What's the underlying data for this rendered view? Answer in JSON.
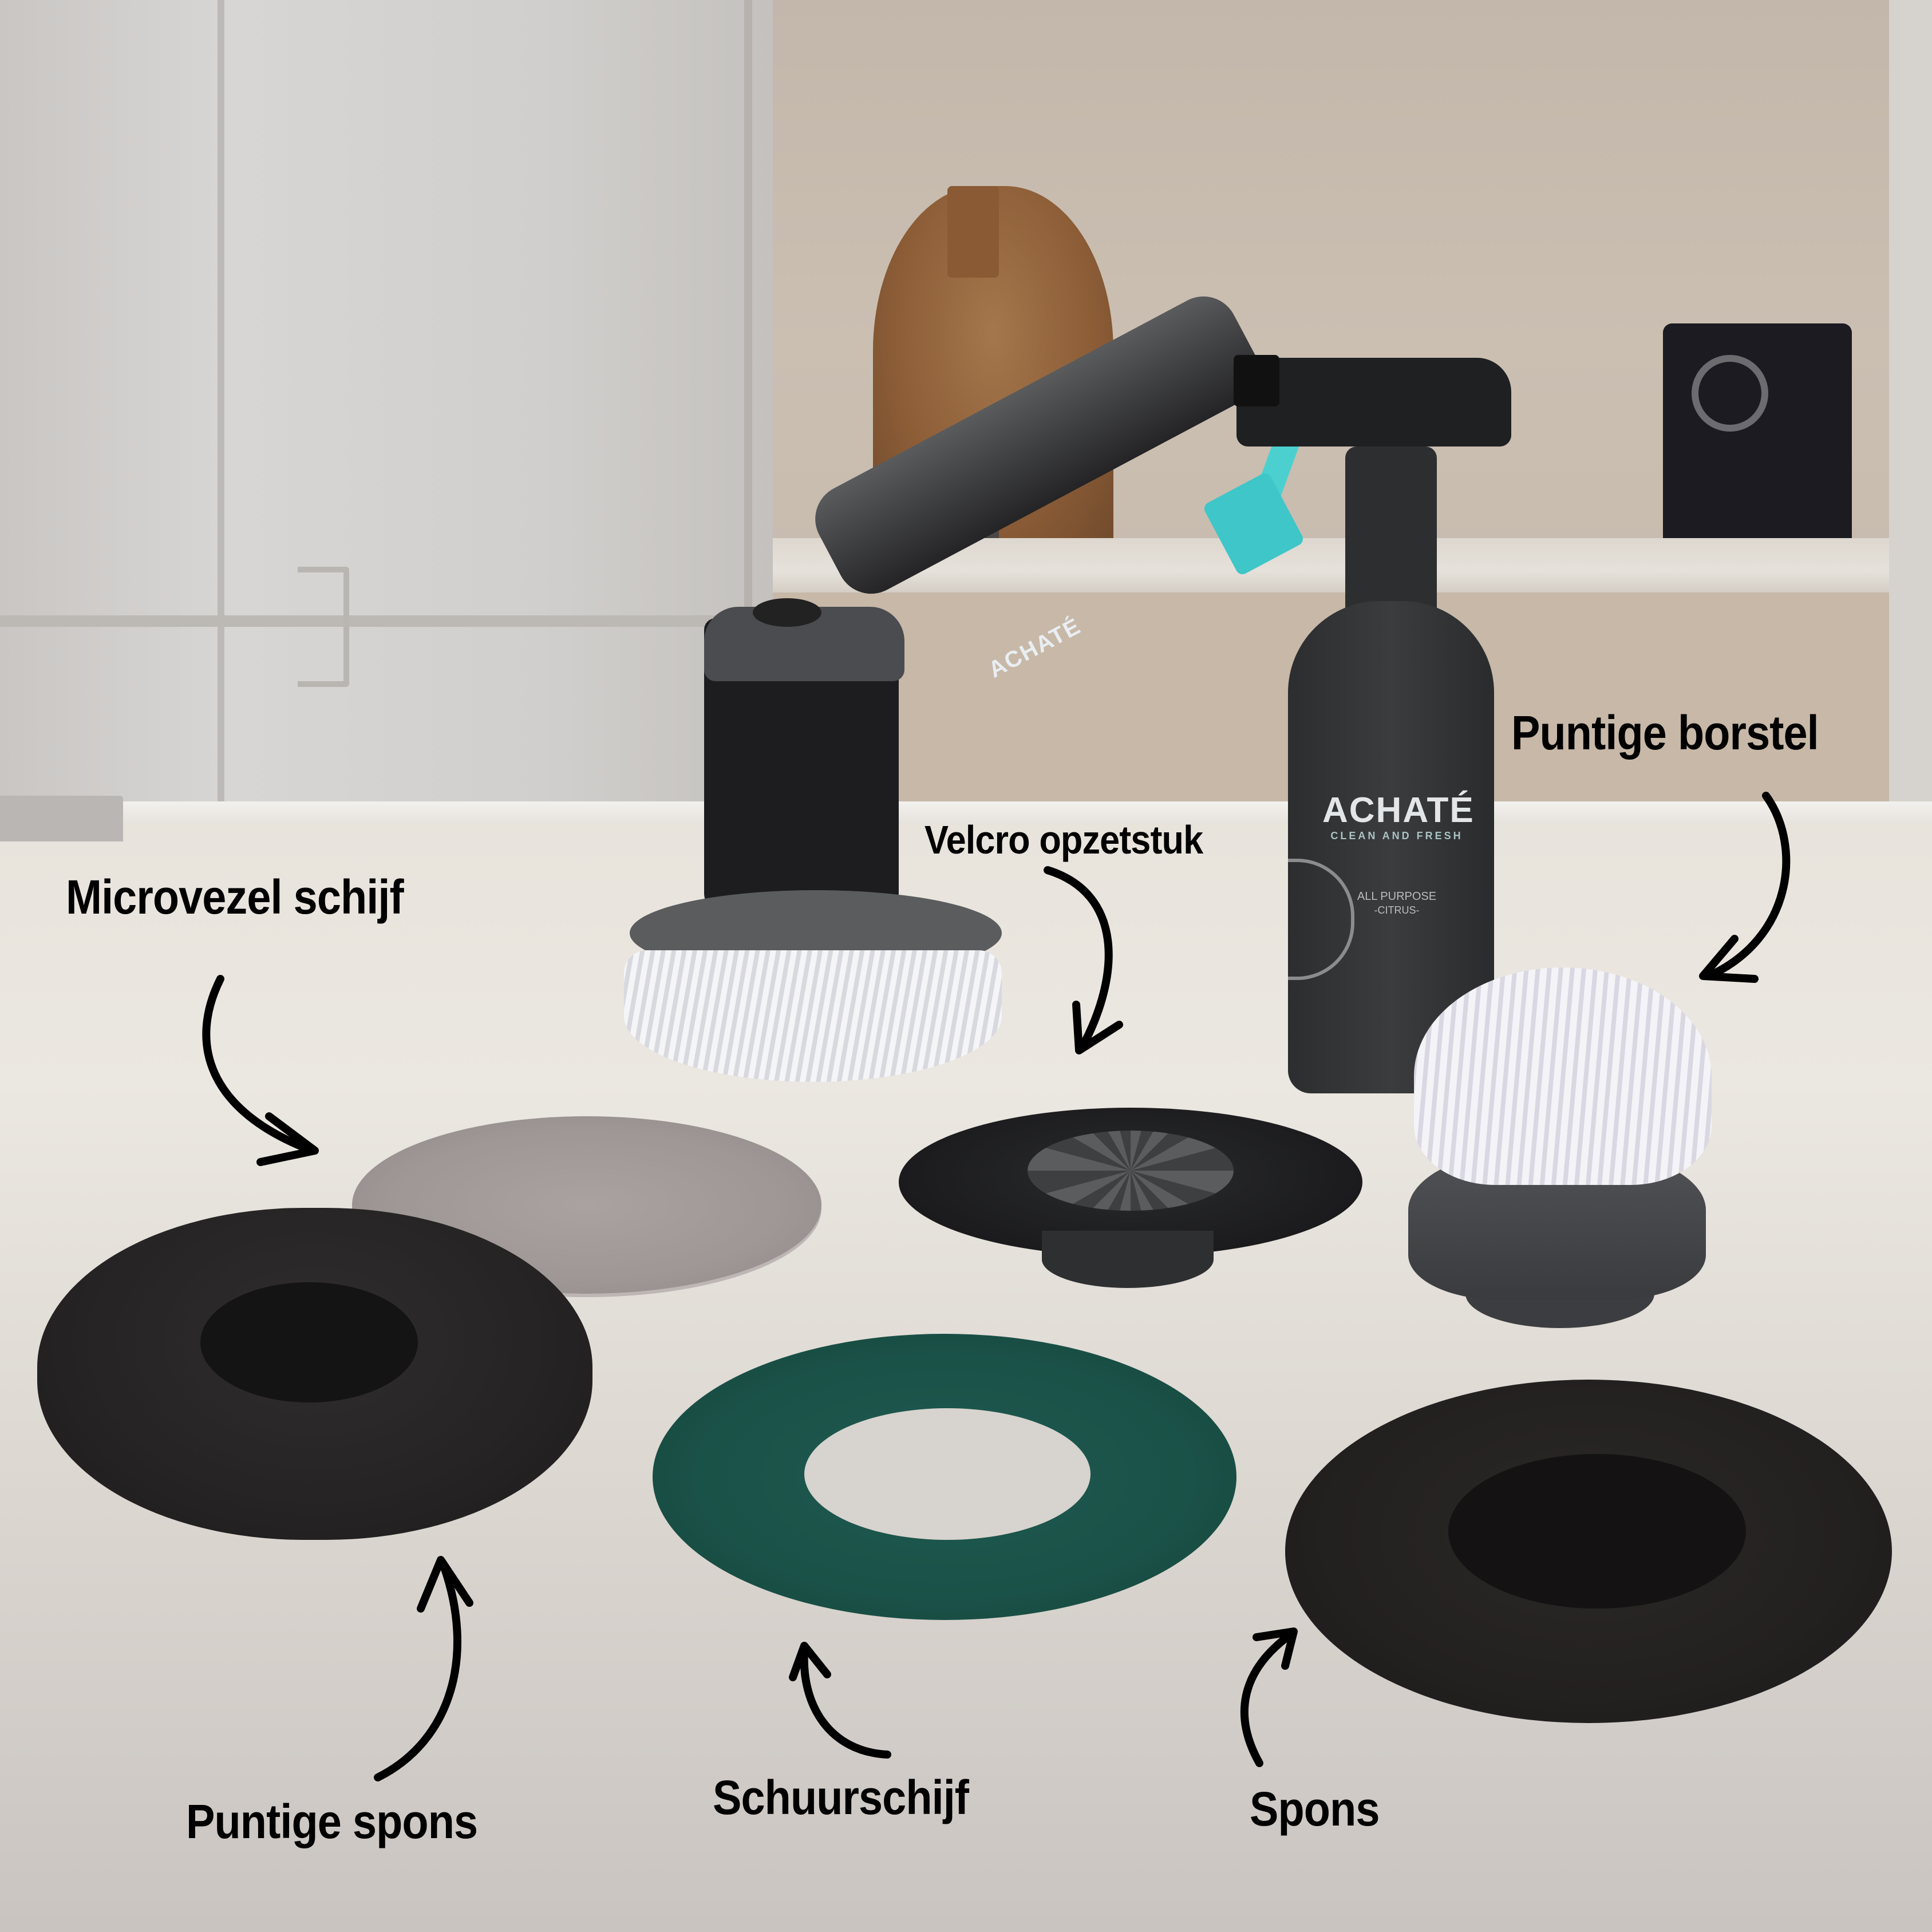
{
  "image": {
    "description": "Product photo of an ACHATÉ electric cleaning brush with a spray bottle and interchangeable attachments on a white kitchen counter, annotated with Dutch labels and hand-drawn arrows."
  },
  "products": {
    "scrubber": {
      "brand": "ACHATÉ",
      "accent_color": "#3fc6c8"
    },
    "spray_bottle": {
      "brand": "ACHATÉ",
      "tagline": "CLEAN AND FRESH",
      "product_line1": "ALL PURPOSE",
      "product_line2": "-CITRUS-"
    }
  },
  "labels": {
    "microvezel": "Microvezel schijf",
    "velcro": "Velcro opzetstuk",
    "borstel": "Puntige borstel",
    "puntige_spons": "Puntige spons",
    "schuurschijf": "Schuurschijf",
    "spons": "Spons"
  },
  "colors": {
    "label_text": "#000000",
    "counter": "#e8e4dc",
    "scour_pad": "#1a5148",
    "microfiber": "#a39c9b",
    "teal_accent": "#3fc6c8"
  }
}
